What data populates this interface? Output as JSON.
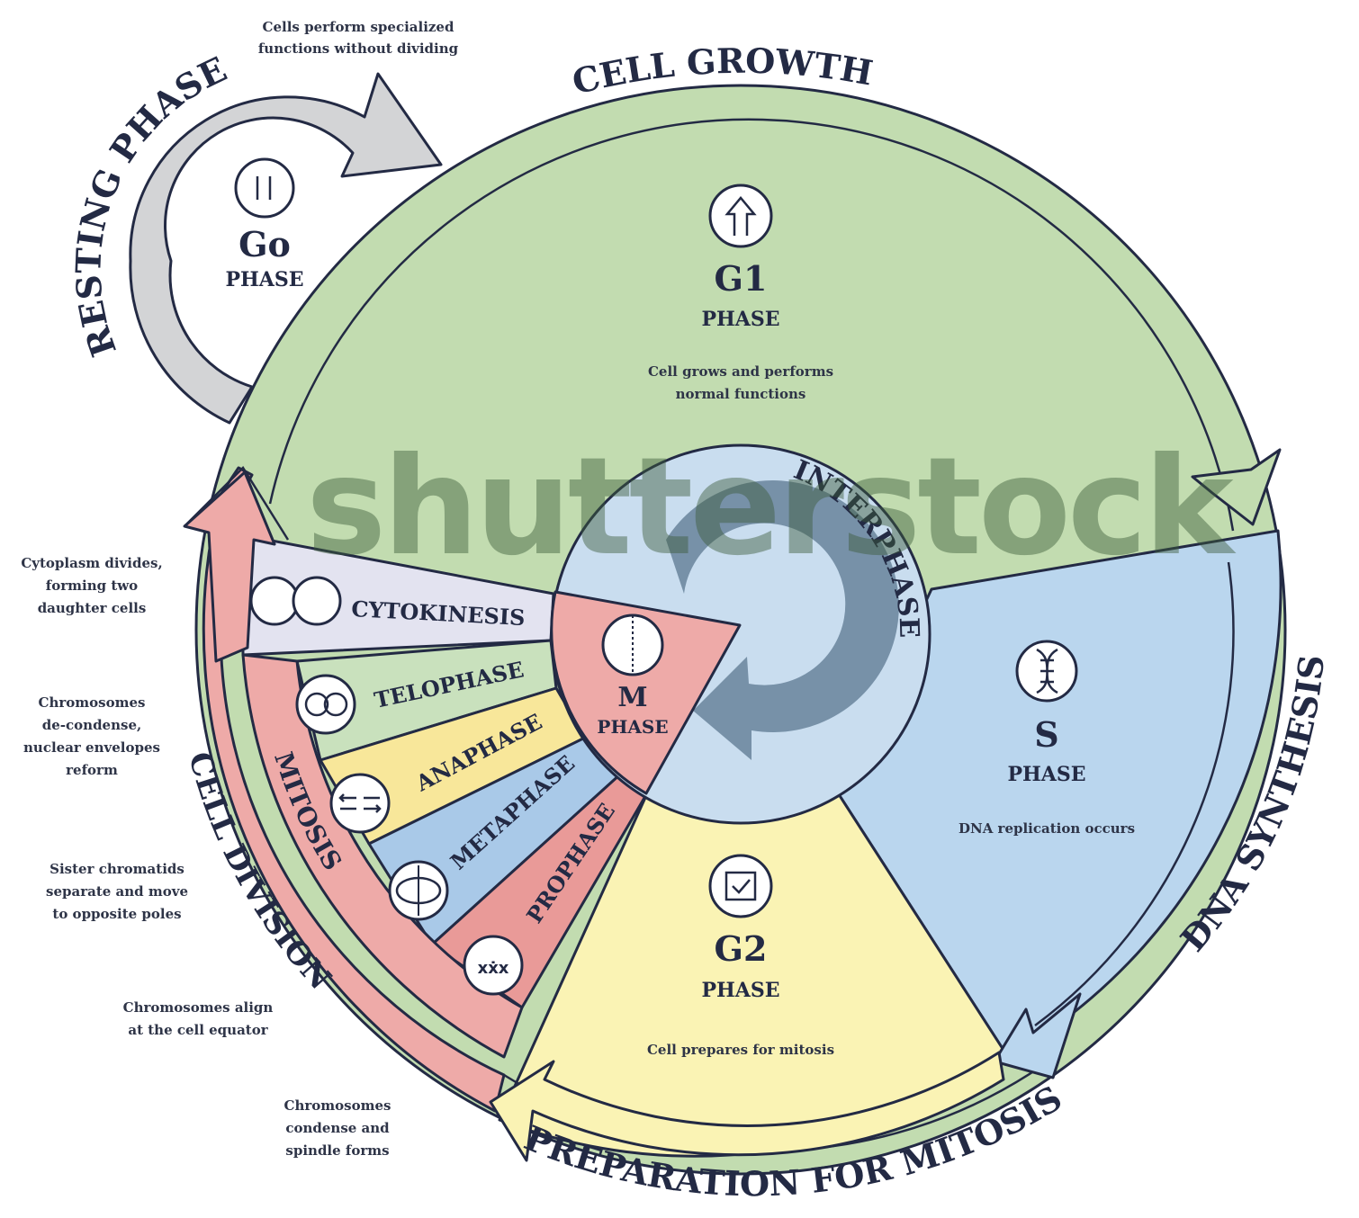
{
  "title_arcs": {
    "resting": "RESTING PHASE",
    "growth": "CELL GROWTH",
    "dna": "DNA SYNTHESIS",
    "prep": "PREPARATION FOR MITOSIS",
    "division": "CELL DIVISION",
    "mitosis": "MITOSIS",
    "interphase": "INTERPHASE"
  },
  "phases": {
    "g0": {
      "name": "Go",
      "sub": "PHASE",
      "icon": "pause-icon",
      "desc": [
        "Cells perform specialized",
        "functions without dividing"
      ]
    },
    "g1": {
      "name": "G1",
      "sub": "PHASE",
      "icon": "arrow-up-icon",
      "desc": [
        "Cell grows and performs",
        "normal functions"
      ]
    },
    "s": {
      "name": "S",
      "sub": "PHASE",
      "icon": "dna-icon",
      "desc": [
        "DNA replication occurs"
      ]
    },
    "g2": {
      "name": "G2",
      "sub": "PHASE",
      "icon": "checkbox-icon",
      "desc": [
        "Cell prepares for mitosis"
      ]
    },
    "m": {
      "name": "M",
      "sub": "PHASE",
      "icon": "dividing-cell-icon"
    }
  },
  "mitosis_stages": [
    {
      "name": "CYTOKINESIS",
      "icon": "two-cells-icon",
      "desc": [
        "Cytoplasm divides,",
        "forming two",
        "daughter cells"
      ]
    },
    {
      "name": "TELOPHASE",
      "icon": "two-nuclei-icon",
      "desc": [
        "Chromosomes",
        "de-condense,",
        "nuclear envelopes",
        "reform"
      ]
    },
    {
      "name": "ANAPHASE",
      "icon": "separating-chromatids-icon",
      "desc": [
        "Sister chromatids",
        "separate and move",
        "to opposite poles"
      ]
    },
    {
      "name": "METAPHASE",
      "icon": "spindle-icon",
      "desc": [
        "Chromosomes align",
        "at the cell equator"
      ]
    },
    {
      "name": "PROPHASE",
      "icon": "chromosomes-icon",
      "desc": [
        "Chromosomes",
        "condense and",
        "spindle forms"
      ]
    }
  ],
  "colors": {
    "g0": "#d3d4d6",
    "g1": "#c2dcb0",
    "s": "#bad6ee",
    "g2": "#faf3b4",
    "m": "#eeaaa8",
    "interphase": "#c9ddef",
    "interphase_arrow": "#7791a8",
    "cytokinesis": "#e3e3f0",
    "telophase": "#c9e1bd",
    "anaphase": "#f8e79a",
    "metaphase": "#a9c9e8",
    "prophase": "#e99a98",
    "ink": "#232a44"
  },
  "watermark": "shutterstock"
}
